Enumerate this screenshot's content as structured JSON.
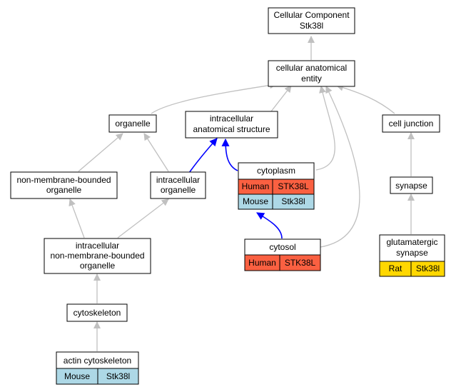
{
  "colors": {
    "human": "#fa6041",
    "mouse": "#add8e6",
    "rat": "#ffd700",
    "edge_gray": "#c0c0c0",
    "edge_blue": "#0000ff"
  },
  "nodes": {
    "root": [
      "Cellular Component",
      "Stk38l"
    ],
    "cae": [
      "cellular anatomical",
      "entity"
    ],
    "organelle": [
      "organelle"
    ],
    "ias": [
      "intracellular",
      "anatomical structure"
    ],
    "cell_junction": [
      "cell junction"
    ],
    "nmbo": [
      "non-membrane-bounded",
      "organelle"
    ],
    "io": [
      "intracellular",
      "organelle"
    ],
    "cytoplasm": [
      "cytoplasm"
    ],
    "synapse": [
      "synapse"
    ],
    "inmbo": [
      "intracellular",
      "non-membrane-bounded",
      "organelle"
    ],
    "cytosol": [
      "cytosol"
    ],
    "glut": [
      "glutamatergic",
      "synapse"
    ],
    "cytoskeleton": [
      "cytoskeleton"
    ],
    "actin": [
      "actin cytoskeleton"
    ]
  },
  "annotations": {
    "cytoplasm": [
      [
        "Human",
        "STK38L"
      ],
      [
        "Mouse",
        "Stk38l"
      ]
    ],
    "cytosol": [
      [
        "Human",
        "STK38L"
      ]
    ],
    "glut": [
      [
        "Rat",
        "Stk38l"
      ]
    ],
    "actin": [
      [
        "Mouse",
        "Stk38l"
      ]
    ]
  }
}
